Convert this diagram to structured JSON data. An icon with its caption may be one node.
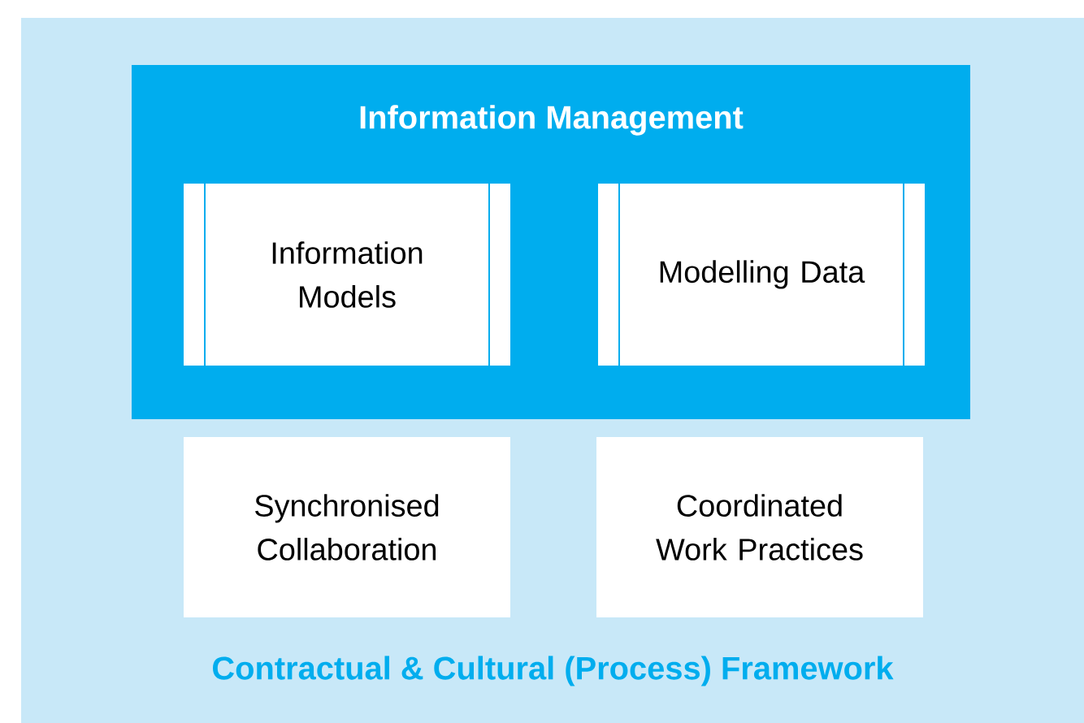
{
  "diagram": {
    "nodes": [
      {
        "text": [
          "Contractual & Cultural (Process) Framework"
        ]
      },
      {
        "text": [
          "Information Management"
        ],
        "in": 0
      },
      {
        "text": [
          "Information Models"
        ],
        "in": 1
      },
      {
        "text": [
          "Modelling Data"
        ],
        "in": 1
      },
      {
        "text": [
          "Synchronised Collaboration"
        ],
        "in": 0
      },
      {
        "text": [
          "Coordinated Work Practices"
        ],
        "in": 0
      }
    ]
  }
}
